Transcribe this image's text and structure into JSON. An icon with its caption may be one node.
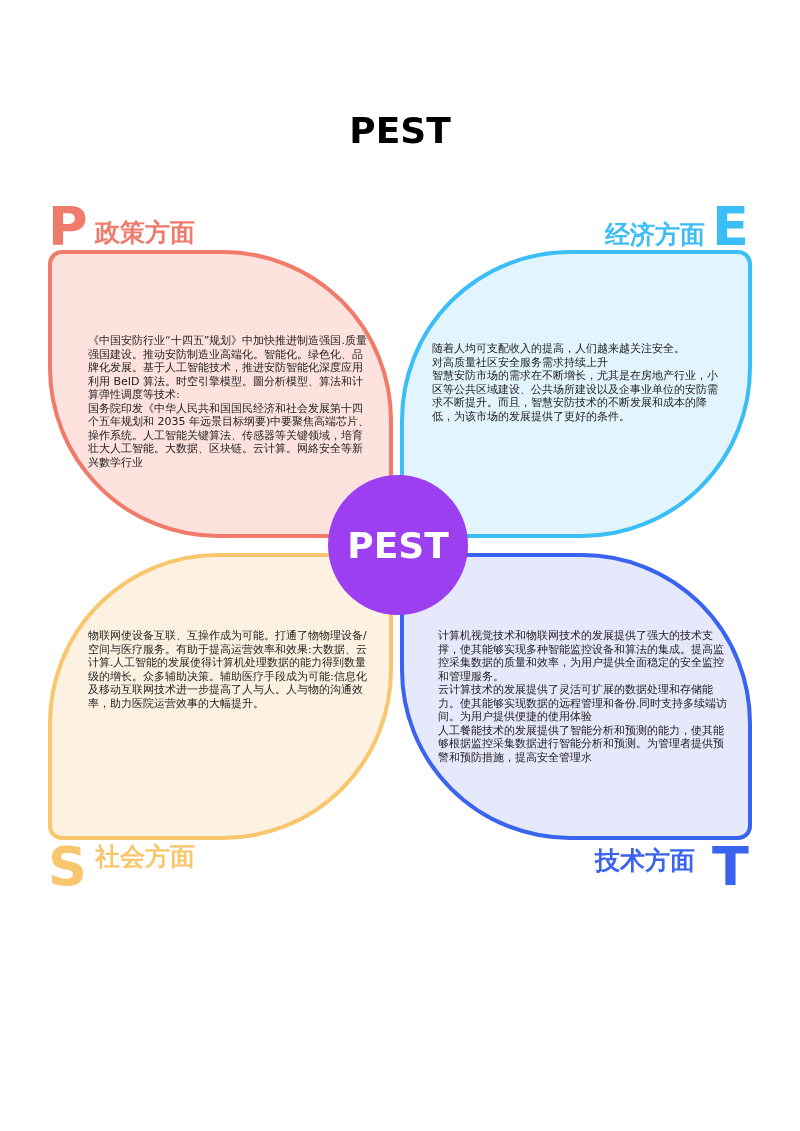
{
  "diagram": {
    "title": "PEST",
    "nodes": [
      {
        "text": [
          "P",
          "政策方面",
          "《中国安防行业“十四五”规划》中加快推进制造强国.质量强国建设。推动安防制造业高端化。智能化。绿色化、品牌化发展。基于人工智能技术，推进安防智能化深度应用利用 BeID 算法。时空引擎模型。圖分析模型、算法和计算弹性调度等技术:",
          "国务院印发《中华人民共和国国民经济和社会发展第十四个五年规划和 2035 年远景目标纲要)中要聚焦高端芯片、操作系统。人工智能关键算法、传感器等关键领域，培育壮大人工智能。大数据、区块链。云计算。网絡安全等新兴數学行业"
        ]
      },
      {
        "text": [
          "E",
          "经济方面",
          "随着人均可支配收入的提高，人们越来越关注安全。",
          "对高质量社区安全服务需求持续上升",
          "智慧安防市场的需求在不断增长，尤其是在房地产行业，小区等公共区域建设、公共场所建设以及企事业单位的安防需求不断提升。而且，智慧安防技术的不断发展和成本的降低，为该市场的发展提供了更好的条件。"
        ]
      },
      {
        "text": [
          "物联网使设备互联、互操作成为可能。打通了物物理设备/空间与医疗服务。有助于提高运营效率和效果:大数据、云计算.人工智能的发展使得计算机处理数据的能力得到数量级的增长。众多辅助决策。辅助医疗手段成为可能:信息化及移动互联网技术进一步提高了人与人。人与物的沟通效率，助力医院运营效事的大幅提升。",
          "S",
          "社会方面"
        ]
      },
      {
        "text": [
          "计算机视觉技术和物联网技术的发展提供了强大的技术支撑，使其能够实现多种智能监控设备和算法的集成。提高监控采集数据的质量和效率，为用户提供全面稳定的安全监控和管理服务。",
          "云计算技术的发展提供了灵活可扩展的数据处理和存储能力。使其能够实现数据的远程管理和备份.同时支持多续端访间。为用户提供便捷的使用体验",
          "人工餐能技术的发展提供了智能分析和预测的能力，使其能够根据监控采集数据进行智能分析和预测。为管理者提供预警和预防措施，提高安全管理水",
          "技术方面",
          "T"
        ]
      },
      {
        "text": [
          "PEST"
        ]
      }
    ]
  }
}
